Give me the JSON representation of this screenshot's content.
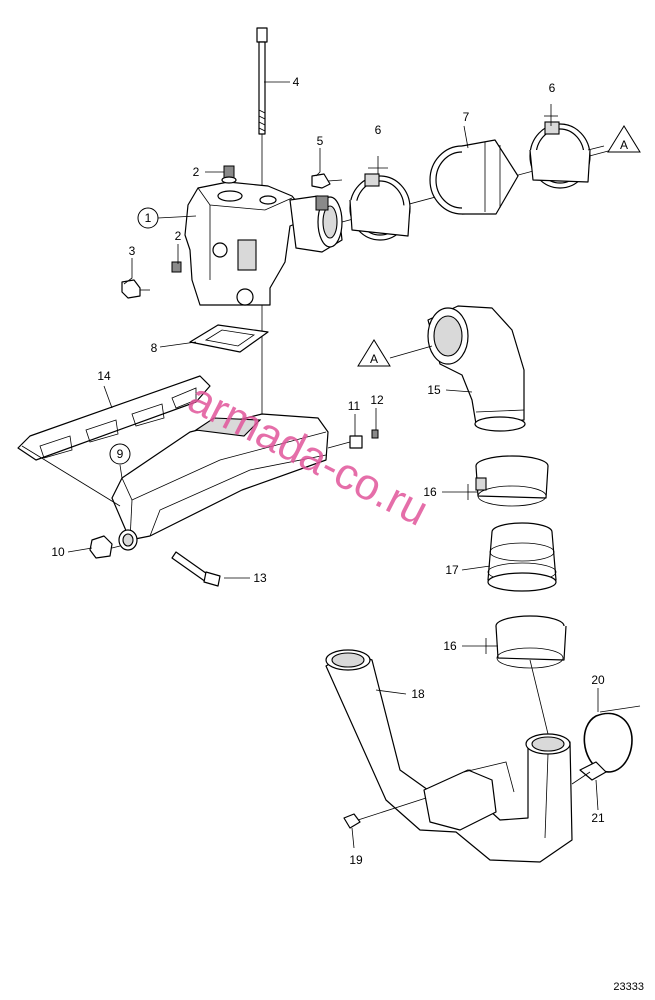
{
  "callouts": {
    "c1": "1",
    "c2a": "2",
    "c2b": "2",
    "c3": "3",
    "c4": "4",
    "c5": "5",
    "c6a": "6",
    "c6b": "6",
    "c7": "7",
    "c8": "8",
    "c9": "9",
    "c10": "10",
    "c11": "11",
    "c12": "12",
    "c13": "13",
    "c14": "14",
    "c15": "15",
    "c16a": "16",
    "c16b": "16",
    "c17": "17",
    "c18": "18",
    "c19": "19",
    "c20": "20",
    "c21": "21"
  },
  "refs": {
    "ref_a1": "A",
    "ref_a2": "A"
  },
  "watermark": "armada-co.ru",
  "figure_number": "23333",
  "colors": {
    "watermark": "#e0559a",
    "line": "#000000"
  }
}
